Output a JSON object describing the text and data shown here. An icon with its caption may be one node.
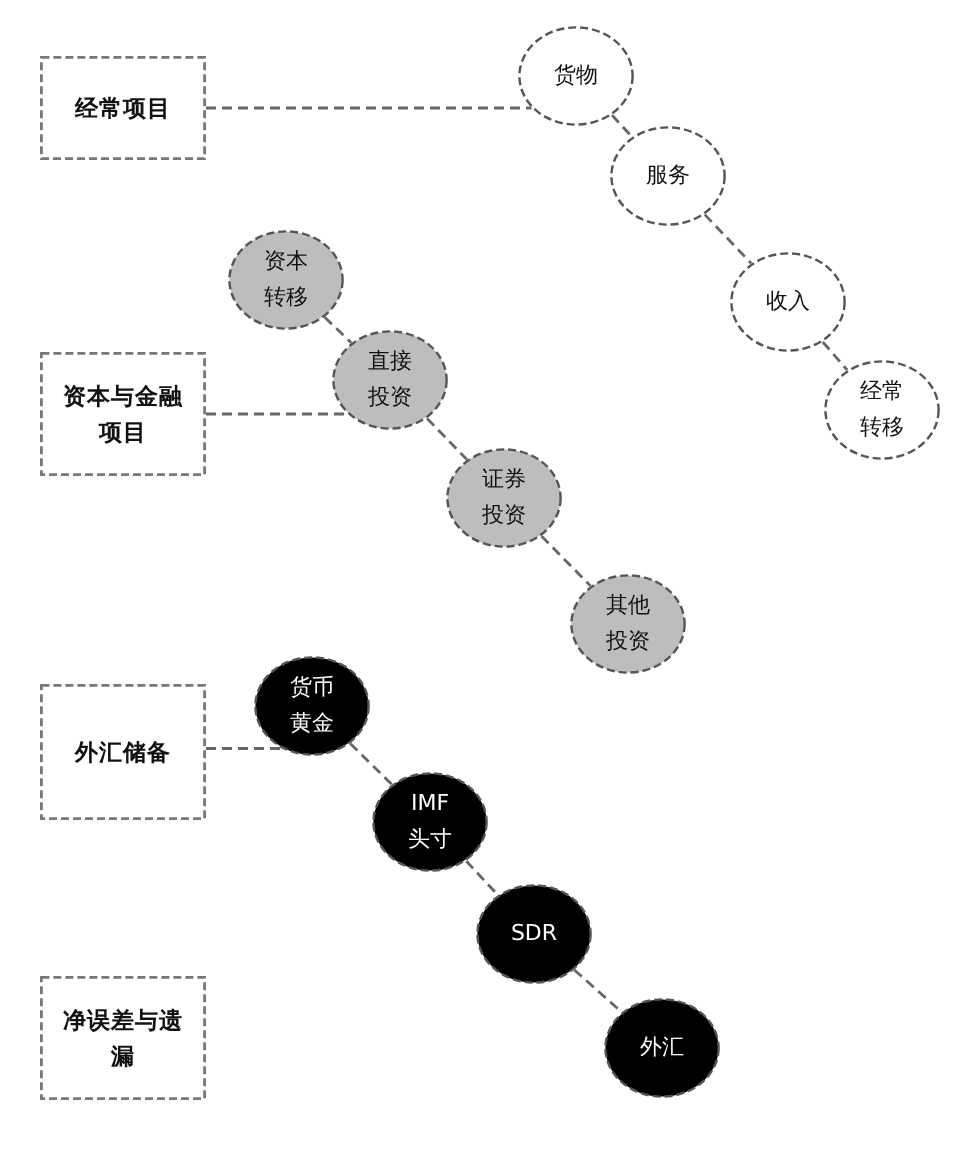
{
  "diagram": {
    "nodes": [
      {
        "text": [
          "经常项目"
        ]
      },
      {
        "text": [
          "货物"
        ]
      },
      {
        "text": [
          "服务"
        ]
      },
      {
        "text": [
          "收入"
        ]
      },
      {
        "text": [
          "经常转移"
        ]
      },
      {
        "text": [
          "资本与金融项目"
        ]
      },
      {
        "text": [
          "资本转移"
        ]
      },
      {
        "text": [
          "直接投资"
        ]
      },
      {
        "text": [
          "证券投资"
        ]
      },
      {
        "text": [
          "其他投资"
        ]
      },
      {
        "text": [
          "外汇储备"
        ]
      },
      {
        "text": [
          "货币黄金"
        ]
      },
      {
        "text": [
          "IMF头寸"
        ]
      },
      {
        "text": [
          "SDR"
        ]
      },
      {
        "text": [
          "净误差与遗漏"
        ]
      },
      {
        "text": [
          "外汇"
        ]
      }
    ],
    "edges": [
      {
        "from": 0,
        "to": 1,
        "arrow": "none",
        "style": "dashed"
      },
      {
        "from": 1,
        "to": 2,
        "arrow": "none",
        "style": "dashed"
      },
      {
        "from": 2,
        "to": 3,
        "arrow": "none",
        "style": "dashed"
      },
      {
        "from": 3,
        "to": 4,
        "arrow": "none",
        "style": "dashed"
      },
      {
        "from": 5,
        "to": 7,
        "arrow": "none",
        "style": "dashed"
      },
      {
        "from": 6,
        "to": 7,
        "arrow": "none",
        "style": "dashed"
      },
      {
        "from": 7,
        "to": 8,
        "arrow": "none",
        "style": "dashed"
      },
      {
        "from": 8,
        "to": 9,
        "arrow": "none",
        "style": "dashed"
      },
      {
        "from": 10,
        "to": 11,
        "arrow": "none",
        "style": "dashed"
      },
      {
        "from": 11,
        "to": 12,
        "arrow": "none",
        "style": "dashed"
      },
      {
        "from": 12,
        "to": 13,
        "arrow": "none",
        "style": "dashed"
      },
      {
        "from": 13,
        "to": 15,
        "arrow": "none",
        "style": "dashed"
      }
    ]
  }
}
